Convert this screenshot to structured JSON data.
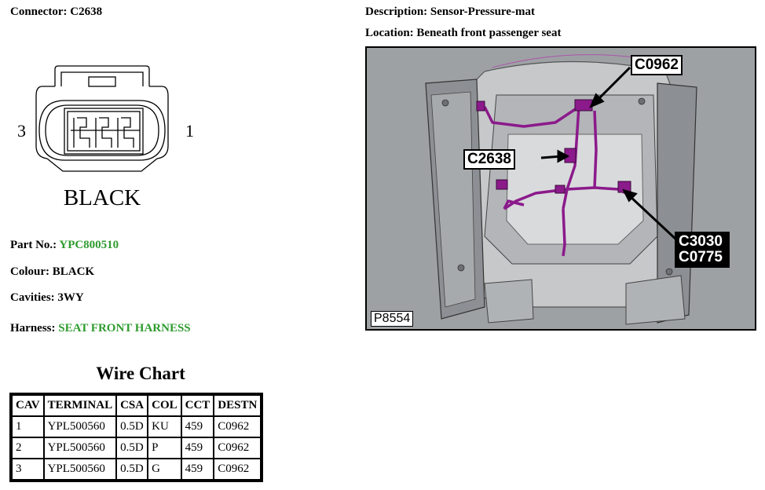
{
  "connector": {
    "label": "Connector:",
    "value": "C2638"
  },
  "description": {
    "label": "Description:",
    "value": "Sensor-Pressure-mat"
  },
  "location": {
    "label": "Location:",
    "value": "Beneath front passenger seat"
  },
  "drawing": {
    "pin_left": "3",
    "pin_right": "1",
    "color_label": "BLACK"
  },
  "part_no": {
    "label": "Part No.:",
    "value": "YPC800510"
  },
  "colour": {
    "label": "Colour:",
    "value": "BLACK"
  },
  "cavities": {
    "label": "Cavities:",
    "value": "3WY"
  },
  "harness": {
    "label": "Harness:",
    "value": "SEAT FRONT HARNESS"
  },
  "locator": {
    "callouts": [
      "C0962",
      "C2638",
      "C3030",
      "C0775"
    ],
    "figure_id": "P8554"
  },
  "wire_chart": {
    "title": "Wire Chart",
    "headers": [
      "CAV",
      "TERMINAL",
      "CSA",
      "COL",
      "CCT",
      "DESTN"
    ],
    "rows": [
      [
        "1",
        "YPL500560",
        "0.5D",
        "KU",
        "459",
        "C0962"
      ],
      [
        "2",
        "YPL500560",
        "0.5D",
        "P",
        "459",
        "C0962"
      ],
      [
        "3",
        "YPL500560",
        "0.5D",
        "G",
        "459",
        "C0962"
      ]
    ]
  },
  "colors": {
    "link_green": "#2e9b2e",
    "harness_purple": "#8b1a8b"
  }
}
